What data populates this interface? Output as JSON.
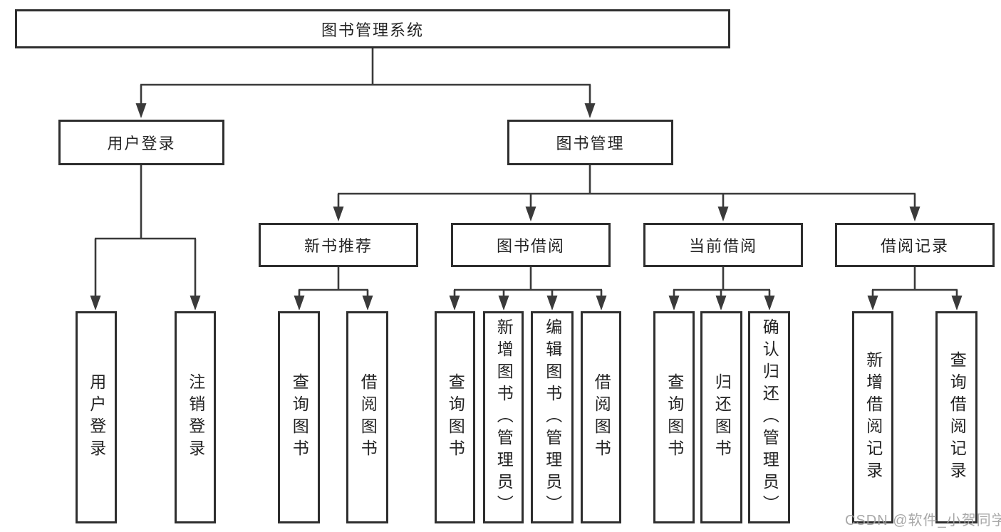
{
  "diagram": {
    "tree": {
      "label": "图书管理系统",
      "children": [
        {
          "label": "用户登录",
          "children": [
            {
              "label": "用户登录"
            },
            {
              "label": "注销登录"
            }
          ]
        },
        {
          "label": "图书管理",
          "children": [
            {
              "label": "新书推荐",
              "children": [
                {
                  "label": "查询图书"
                },
                {
                  "label": "借阅图书"
                }
              ]
            },
            {
              "label": "图书借阅",
              "children": [
                {
                  "label": "查询图书"
                },
                {
                  "label": "新增图书（管理员）"
                },
                {
                  "label": "编辑图书（管理员）"
                },
                {
                  "label": "借阅图书"
                }
              ]
            },
            {
              "label": "当前借阅",
              "children": [
                {
                  "label": "查询图书"
                },
                {
                  "label": "归还图书"
                },
                {
                  "label": "确认归还（管理员）"
                }
              ]
            },
            {
              "label": "借阅记录",
              "children": [
                {
                  "label": "新增借阅记录"
                },
                {
                  "label": "查询借阅记录"
                }
              ]
            }
          ]
        }
      ]
    },
    "colors": {
      "line": "#3a3a3a",
      "box_border": "#2e2e2e",
      "text": "#232323",
      "watermark": "#9e9e9e",
      "background": "#ffffff"
    }
  },
  "watermark": "CSDN @软件_小贺同学"
}
